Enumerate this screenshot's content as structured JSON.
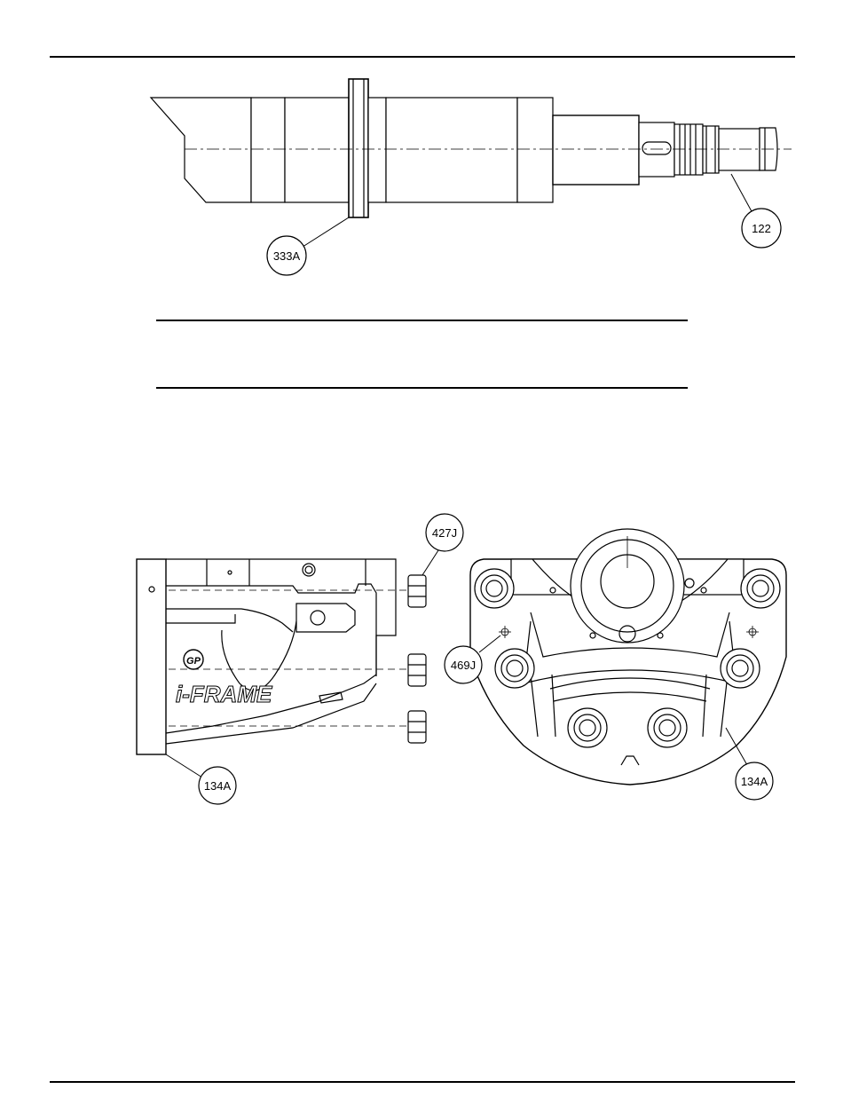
{
  "callouts": {
    "c333A": "333A",
    "c122": "122",
    "c427J": "427J",
    "c469J": "469J",
    "c134A_left": "134A",
    "c134A_right": "134A"
  },
  "brand": {
    "logo_text": "i-FRAME",
    "logo_mark": "GP"
  },
  "blank_box": {
    "text": ""
  }
}
